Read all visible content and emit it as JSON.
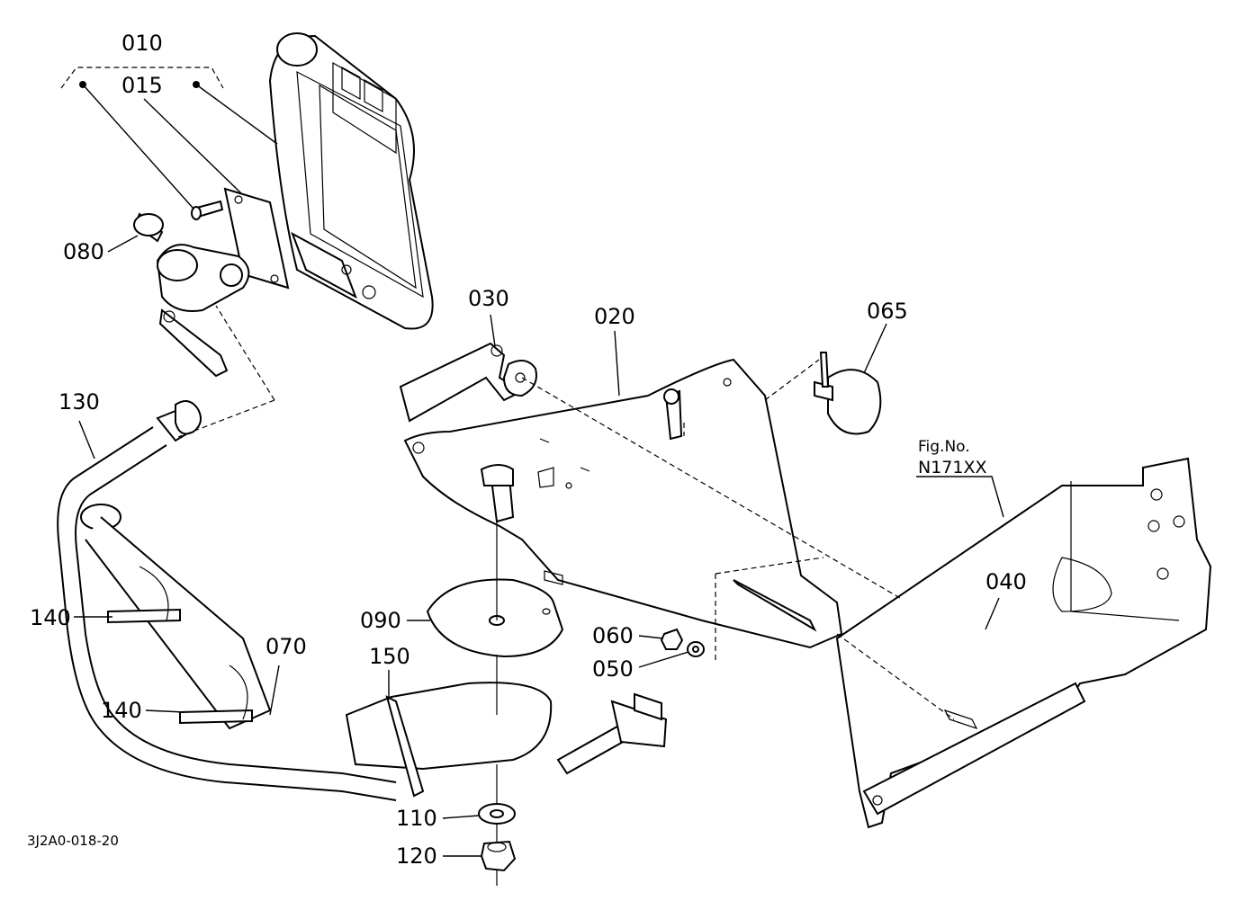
{
  "callouts": {
    "c010": "010",
    "c015": "015",
    "c080": "080",
    "c030": "030",
    "c020": "020",
    "c065": "065",
    "c130": "130",
    "c140a": "140",
    "c140b": "140",
    "c070": "070",
    "c090": "090",
    "c150": "150",
    "c060": "060",
    "c050": "050",
    "c040": "040",
    "c110": "110",
    "c120": "120"
  },
  "figref": {
    "label": "Fig.No.",
    "number": "N171XX"
  },
  "drawing_code": "3J2A0-018-20"
}
